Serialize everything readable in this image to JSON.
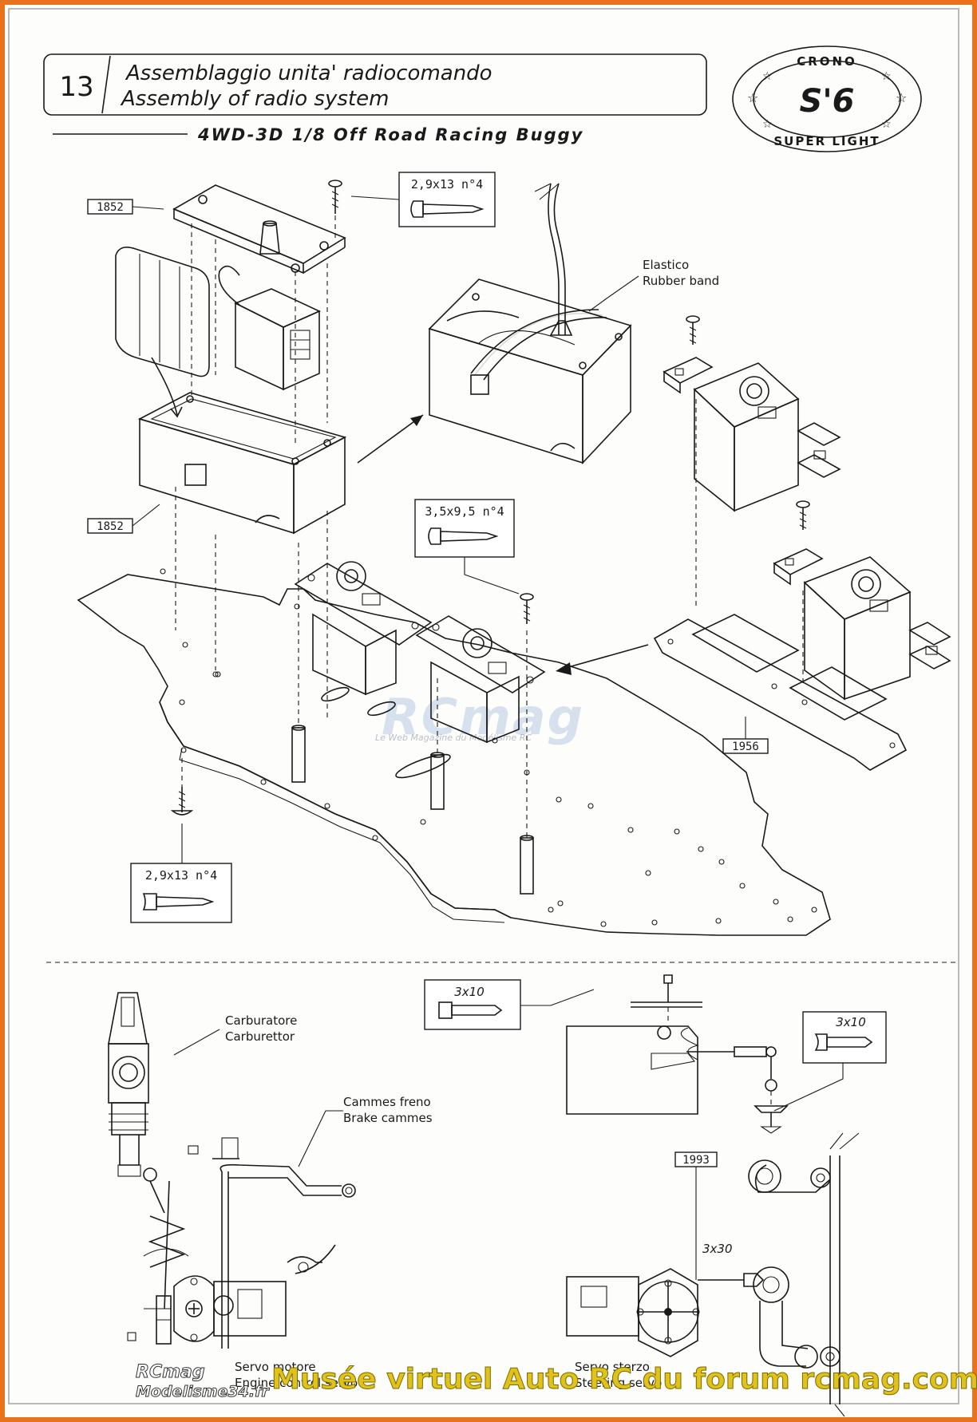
{
  "header": {
    "step_number": "13",
    "title_it": "Assemblaggio unita' radiocomando",
    "title_en": "Assembly of radio system",
    "subtitle": "4WD-3D 1/8 Off Road Racing Buggy"
  },
  "badge": {
    "top_text": "CRONO",
    "center_text": "S'6",
    "bottom_text": "SUPER LIGHT"
  },
  "part_numbers": {
    "lid": "1852",
    "box": "1852",
    "servo_plate": "1956",
    "steering_rod": "1993"
  },
  "screw_callouts": {
    "top_box_screw": "2,9x13 n°4",
    "servo_screw": "3,5x9,5 n°4",
    "chassis_screw": "2,9x13 n°4",
    "bottom_left_screw": "3x10",
    "bottom_right_screw": "3x10",
    "steering_rod_length": "3x30"
  },
  "labels": {
    "elastic_it": "Elastico",
    "elastic_en": "Rubber band",
    "carb_it": "Carburatore",
    "carb_en": "Carburettor",
    "brake_it": "Cammes freno",
    "brake_en": "Brake cammes",
    "engine_servo_it": "Servo motore",
    "engine_servo_en": "Engine control servo",
    "steer_servo_it": "Servo sterzo",
    "steer_servo_en": "Steering servo"
  },
  "watermarks": {
    "center_logo": "RCmag",
    "center_sub": "Le Web Magazine du Modélisme RC",
    "corner_logo_1": "RCmag",
    "corner_logo_2": "Modelisme34.fr",
    "bottom_caption": "Musée virtuel Auto RC du forum rcmag.com"
  }
}
